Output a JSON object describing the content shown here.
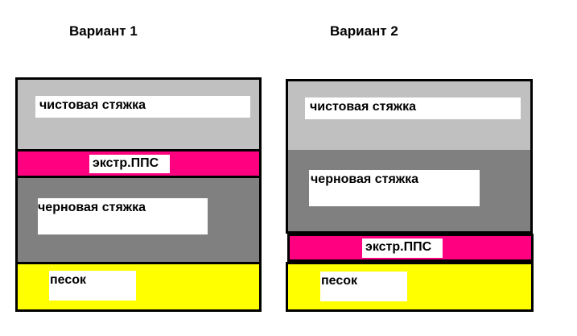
{
  "variant1": {
    "title": "Вариант 1",
    "layers": {
      "finish_screed": "чистовая стяжка",
      "eps": "экстр.ППС",
      "rough_screed": "черновая стяжка",
      "sand": "песок"
    }
  },
  "variant2": {
    "title": "Вариант 2",
    "layers": {
      "finish_screed": "чистовая стяжка",
      "rough_screed": "черновая стяжка",
      "eps": "экстр.ППС",
      "sand": "песок"
    }
  },
  "colors": {
    "finish_screed": "#c0c0c0",
    "rough_screed": "#808080",
    "eps": "#ff0080",
    "sand": "#ffff00",
    "border": "#000000",
    "label_bg": "#ffffff"
  }
}
